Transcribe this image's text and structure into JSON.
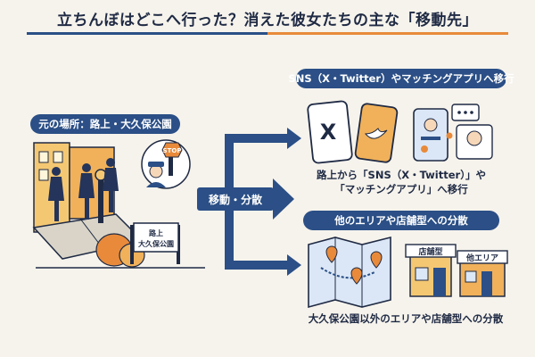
{
  "title": "立ちんぼはどこへ行った？消えた彼女たちの主な「移動先」",
  "left_section": {
    "label": "元の場所：路上・大久保公園",
    "stop_sign": "STOP",
    "park_sign_line1": "路上",
    "park_sign_line2": "大久保公園"
  },
  "center": {
    "label": "移動・分散"
  },
  "sns_section": {
    "label": "SNS（X・Twitter）やマッチングアプリへ移行",
    "x_logo": "X",
    "caption_line1": "路上から「SNS（X・Twitter）」や",
    "caption_line2": "「マッチングアプリ」へ移行"
  },
  "area_section": {
    "label": "他のエリアや店舗型への分散",
    "shop_label": "店舗型",
    "area_label": "他エリア",
    "caption": "大久保公園以外のエリアや店舗型への分散"
  },
  "colors": {
    "navy": "#2b4f86",
    "orange": "#e88a3a",
    "background": "#f6f3ec"
  }
}
